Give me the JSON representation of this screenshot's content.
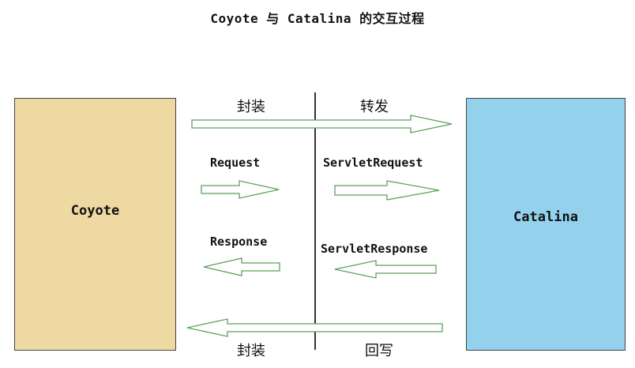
{
  "title": "Coyote 与 Catalina 的交互过程",
  "boxes": {
    "left": {
      "label": "Coyote",
      "color": "#eed9a3"
    },
    "right": {
      "label": "Catalina",
      "color": "#93d1ec"
    }
  },
  "labels": {
    "top_left": "封装",
    "top_right": "转发",
    "request": "Request",
    "servlet_request": "ServletRequest",
    "response": "Response",
    "servlet_response": "ServletResponse",
    "bottom_left": "封装",
    "bottom_right": "回写"
  },
  "arrow_color": "#5aa25a"
}
